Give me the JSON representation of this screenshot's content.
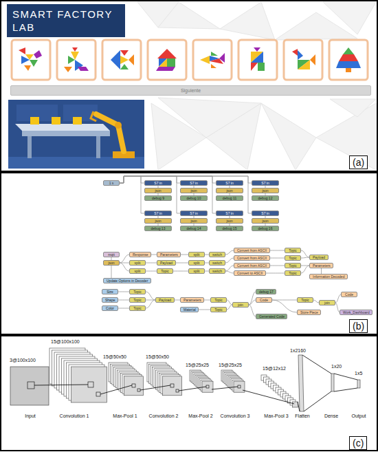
{
  "diagram": {
    "nodes": [
      {
        "text": [
          "SMART FACTORY LAB"
        ]
      },
      {
        "text": [
          "Siguiente"
        ]
      },
      {
        "text": [
          "1 s"
        ]
      },
      {
        "text": [
          "S7 in"
        ]
      },
      {
        "text": [
          "json"
        ]
      },
      {
        "text": [
          "debug 9"
        ]
      },
      {
        "text": [
          "S7 in"
        ]
      },
      {
        "text": [
          "json"
        ]
      },
      {
        "text": [
          "debug 10"
        ]
      },
      {
        "text": [
          "S7 in"
        ]
      },
      {
        "text": [
          "json"
        ]
      },
      {
        "text": [
          "debug 11"
        ]
      },
      {
        "text": [
          "S7 in"
        ]
      },
      {
        "text": [
          "json"
        ]
      },
      {
        "text": [
          "debug 12"
        ]
      },
      {
        "text": [
          "S7 in"
        ]
      },
      {
        "text": [
          "json"
        ]
      },
      {
        "text": [
          "debug 13"
        ]
      },
      {
        "text": [
          "S7 in"
        ]
      },
      {
        "text": [
          "json"
        ]
      },
      {
        "text": [
          "debug 14"
        ]
      },
      {
        "text": [
          "S7 in"
        ]
      },
      {
        "text": [
          "json"
        ]
      },
      {
        "text": [
          "debug 15"
        ]
      },
      {
        "text": [
          "S7 in"
        ]
      },
      {
        "text": [
          "json"
        ]
      },
      {
        "text": [
          "debug 16"
        ]
      },
      {
        "text": [
          "mqtt"
        ]
      },
      {
        "text": [
          "json"
        ]
      },
      {
        "text": [
          "Update Options in Decoder"
        ]
      },
      {
        "text": [
          "Response"
        ]
      },
      {
        "text": [
          "split"
        ]
      },
      {
        "text": [
          "split"
        ]
      },
      {
        "text": [
          "Parameters"
        ]
      },
      {
        "text": [
          "Payload"
        ]
      },
      {
        "text": [
          "Topic"
        ]
      },
      {
        "text": [
          "split"
        ]
      },
      {
        "text": [
          "split"
        ]
      },
      {
        "text": [
          "split"
        ]
      },
      {
        "text": [
          "switch"
        ]
      },
      {
        "text": [
          "switch"
        ]
      },
      {
        "text": [
          "switch"
        ]
      },
      {
        "text": [
          "Convert from ASCII"
        ]
      },
      {
        "text": [
          "Convert from ASCII"
        ]
      },
      {
        "text": [
          "Convert from ASCII"
        ]
      },
      {
        "text": [
          "Convert to ASCII"
        ]
      },
      {
        "text": [
          "Topic"
        ]
      },
      {
        "text": [
          "Topic"
        ]
      },
      {
        "text": [
          "Topic"
        ]
      },
      {
        "text": [
          "Topic"
        ]
      },
      {
        "text": [
          "Payload"
        ]
      },
      {
        "text": [
          "Parameters"
        ]
      },
      {
        "text": [
          "Information Decoded"
        ]
      },
      {
        "text": [
          "Size"
        ]
      },
      {
        "text": [
          "Shape"
        ]
      },
      {
        "text": [
          "Color"
        ]
      },
      {
        "text": [
          "Topic"
        ]
      },
      {
        "text": [
          "Topic"
        ]
      },
      {
        "text": [
          "Topic"
        ]
      },
      {
        "text": [
          "Payload"
        ]
      },
      {
        "text": [
          "Parameters"
        ]
      },
      {
        "text": [
          "Material"
        ]
      },
      {
        "text": [
          "Topic"
        ]
      },
      {
        "text": [
          "Topic"
        ]
      },
      {
        "text": [
          "join"
        ]
      },
      {
        "text": [
          "debug 17"
        ]
      },
      {
        "text": [
          "Code"
        ]
      },
      {
        "text": [
          "Generated Code"
        ]
      },
      {
        "text": [
          "Topic"
        ]
      },
      {
        "text": [
          "Store Piece"
        ]
      },
      {
        "text": [
          "join"
        ]
      },
      {
        "text": [
          "Code"
        ]
      },
      {
        "text": [
          "Work_Dashboard"
        ]
      }
    ],
    "edges": [
      {
        "from": 2,
        "to": 3,
        "arrow": "none"
      },
      {
        "from": 2,
        "to": 6,
        "arrow": "none"
      },
      {
        "from": 2,
        "to": 9,
        "arrow": "none"
      },
      {
        "from": 2,
        "to": 12,
        "arrow": "none"
      },
      {
        "from": 2,
        "to": 15,
        "arrow": "none"
      },
      {
        "from": 2,
        "to": 18,
        "arrow": "none"
      },
      {
        "from": 2,
        "to": 21,
        "arrow": "none"
      },
      {
        "from": 2,
        "to": 24,
        "arrow": "none"
      },
      {
        "from": 3,
        "to": 4,
        "arrow": "none"
      },
      {
        "from": 4,
        "to": 5,
        "arrow": "none"
      },
      {
        "from": 6,
        "to": 7,
        "arrow": "none"
      },
      {
        "from": 7,
        "to": 8,
        "arrow": "none"
      },
      {
        "from": 9,
        "to": 10,
        "arrow": "none"
      },
      {
        "from": 10,
        "to": 11,
        "arrow": "none"
      },
      {
        "from": 12,
        "to": 13,
        "arrow": "none"
      },
      {
        "from": 13,
        "to": 14,
        "arrow": "none"
      },
      {
        "from": 15,
        "to": 16,
        "arrow": "none"
      },
      {
        "from": 16,
        "to": 17,
        "arrow": "none"
      },
      {
        "from": 18,
        "to": 19,
        "arrow": "none"
      },
      {
        "from": 19,
        "to": 20,
        "arrow": "none"
      },
      {
        "from": 21,
        "to": 22,
        "arrow": "none"
      },
      {
        "from": 22,
        "to": 23,
        "arrow": "none"
      },
      {
        "from": 24,
        "to": 25,
        "arrow": "none"
      },
      {
        "from": 25,
        "to": 26,
        "arrow": "none"
      },
      {
        "from": 27,
        "to": 28,
        "arrow": "none"
      },
      {
        "from": 28,
        "to": 29,
        "arrow": "none"
      },
      {
        "from": 28,
        "to": 30,
        "arrow": "none"
      },
      {
        "from": 28,
        "to": 31,
        "arrow": "none"
      },
      {
        "from": 28,
        "to": 32,
        "arrow": "none"
      },
      {
        "from": 30,
        "to": 33,
        "arrow": "none"
      },
      {
        "from": 33,
        "to": 36,
        "arrow": "none"
      },
      {
        "from": 36,
        "to": 39,
        "arrow": "none"
      },
      {
        "from": 39,
        "to": 42,
        "arrow": "none"
      },
      {
        "from": 31,
        "to": 34,
        "arrow": "none"
      },
      {
        "from": 34,
        "to": 37,
        "arrow": "none"
      },
      {
        "from": 37,
        "to": 40,
        "arrow": "none"
      },
      {
        "from": 40,
        "to": 43,
        "arrow": "none"
      },
      {
        "from": 32,
        "to": 35,
        "arrow": "none"
      },
      {
        "from": 35,
        "to": 38,
        "arrow": "none"
      },
      {
        "from": 38,
        "to": 41,
        "arrow": "none"
      },
      {
        "from": 41,
        "to": 44,
        "arrow": "none"
      },
      {
        "from": 41,
        "to": 45,
        "arrow": "none"
      },
      {
        "from": 42,
        "to": 46,
        "arrow": "none"
      },
      {
        "from": 43,
        "to": 47,
        "arrow": "none"
      },
      {
        "from": 44,
        "to": 48,
        "arrow": "none"
      },
      {
        "from": 45,
        "to": 49,
        "arrow": "none"
      },
      {
        "from": 46,
        "to": 50,
        "arrow": "none"
      },
      {
        "from": 47,
        "to": 50,
        "arrow": "none"
      },
      {
        "from": 48,
        "to": 51,
        "arrow": "none"
      },
      {
        "from": 49,
        "to": 51,
        "arrow": "none"
      },
      {
        "from": 51,
        "to": 52,
        "arrow": "none"
      },
      {
        "from": 53,
        "to": 56,
        "arrow": "none"
      },
      {
        "from": 54,
        "to": 57,
        "arrow": "none"
      },
      {
        "from": 55,
        "to": 58,
        "arrow": "none"
      },
      {
        "from": 56,
        "to": 59,
        "arrow": "none"
      },
      {
        "from": 57,
        "to": 59,
        "arrow": "none"
      },
      {
        "from": 58,
        "to": 59,
        "arrow": "none"
      },
      {
        "from": 59,
        "to": 60,
        "arrow": "none"
      },
      {
        "from": 60,
        "to": 62,
        "arrow": "none"
      },
      {
        "from": 61,
        "to": 63,
        "arrow": "none"
      },
      {
        "from": 62,
        "to": 64,
        "arrow": "none"
      },
      {
        "from": 63,
        "to": 64,
        "arrow": "none"
      },
      {
        "from": 64,
        "to": 65,
        "arrow": "none"
      },
      {
        "from": 64,
        "to": 66,
        "arrow": "none"
      },
      {
        "from": 64,
        "to": 67,
        "arrow": "none"
      },
      {
        "from": 66,
        "to": 68,
        "arrow": "none"
      },
      {
        "from": 66,
        "to": 69,
        "arrow": "none"
      },
      {
        "from": 68,
        "to": 70,
        "arrow": "none"
      },
      {
        "from": 70,
        "to": 71,
        "arrow": "none"
      },
      {
        "from": 70,
        "to": 72,
        "arrow": "none"
      }
    ],
    "labels": [
      "(a)",
      "(b)",
      "3@100x100",
      "15@100x100",
      "15@50x50",
      "15@50x50",
      "15@25x25",
      "15@25x25",
      "15@12x12",
      "1x2160",
      "1x20",
      "1x5",
      "Input",
      "Convolution 1",
      "Max-Pool 1",
      "Convolution 2",
      "Max-Pool 2",
      "Convolution 3",
      "Max-Pool 3",
      "Flatten",
      "Dense",
      "Output",
      "(c)"
    ]
  }
}
